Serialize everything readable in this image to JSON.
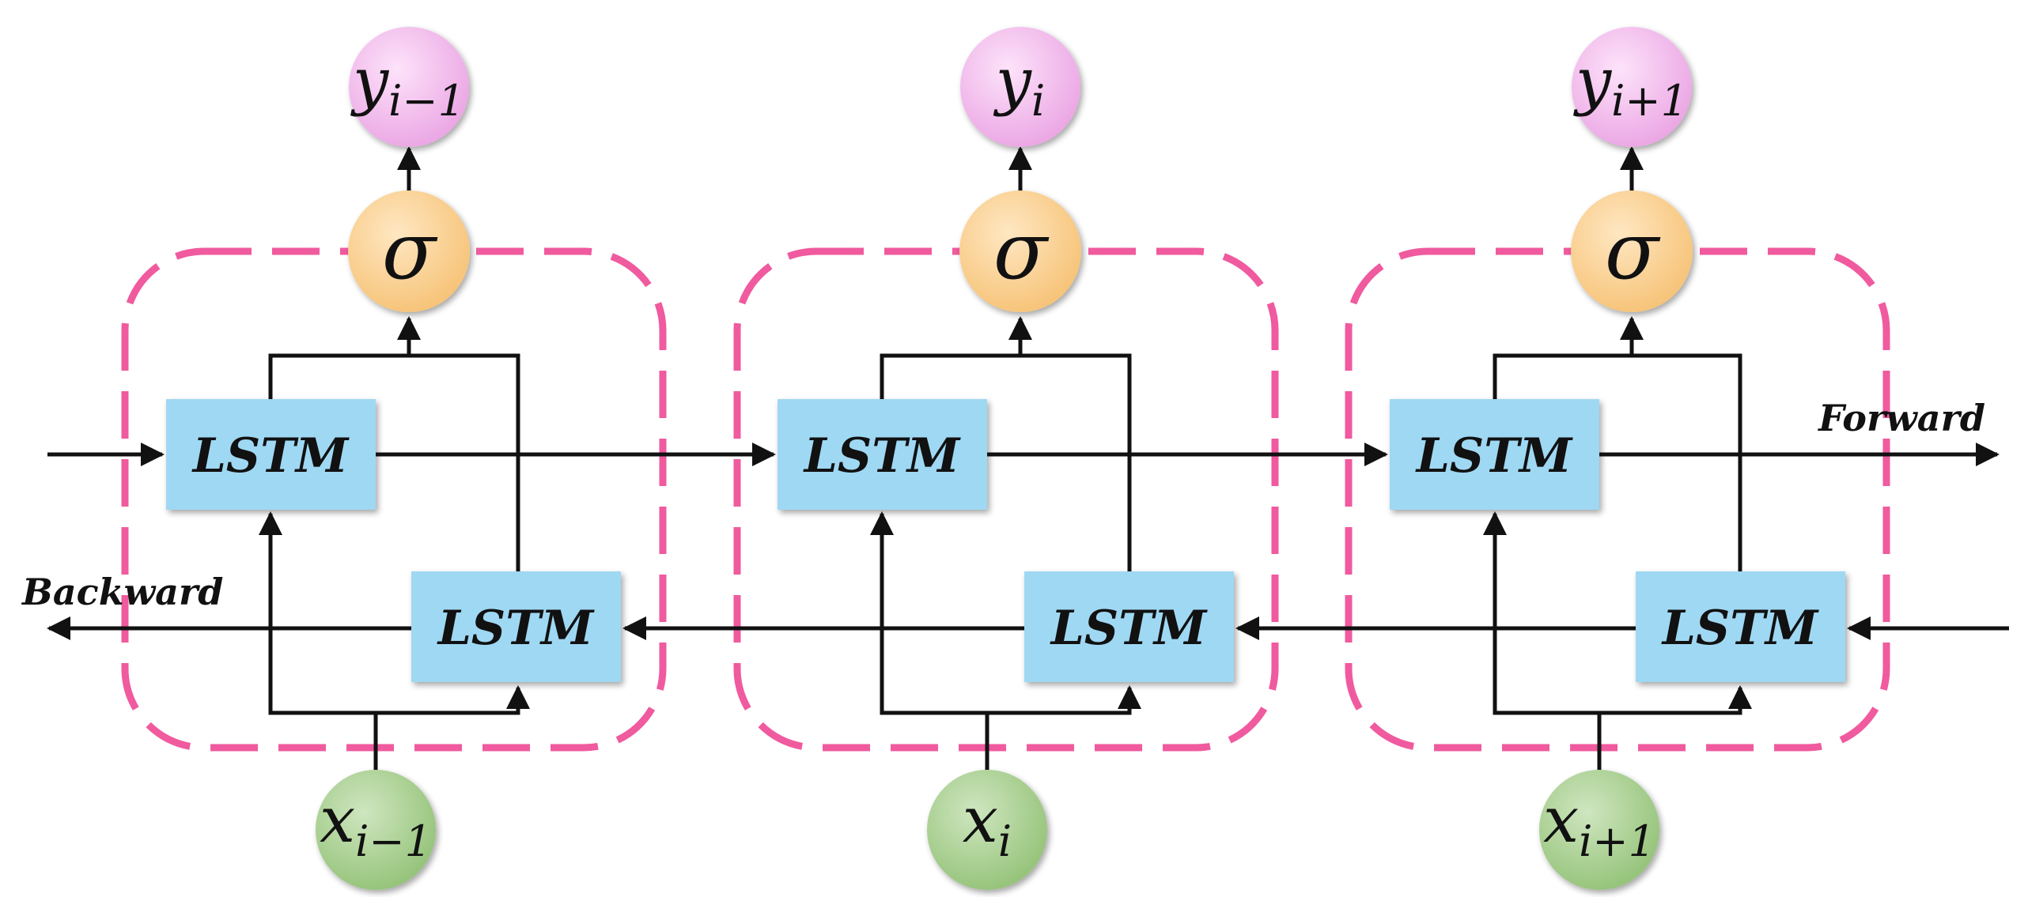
{
  "lstm_label": "LSTM",
  "forward_label": "Forward",
  "backward_label": "Backward",
  "sigma_symbol": "σ",
  "colors": {
    "lstm_fill": "#9fd8f3",
    "cell_border": "#f05a9e",
    "output_node": "#f1b8ec",
    "sigma_node": "#fbd08f",
    "input_node": "#a8cf8e",
    "wire": "#111111"
  },
  "steps": [
    {
      "output_var": "y",
      "output_sub": "i−1",
      "input_var": "x",
      "input_sub": "i−1"
    },
    {
      "output_var": "y",
      "output_sub": "i",
      "input_var": "x",
      "input_sub": "i"
    },
    {
      "output_var": "y",
      "output_sub": "i+1",
      "input_var": "x",
      "input_sub": "i+1"
    }
  ]
}
